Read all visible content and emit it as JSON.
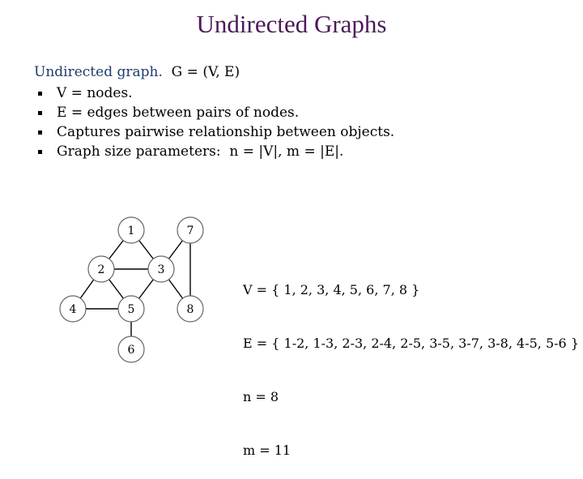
{
  "slide": {
    "title": "Undirected Graphs",
    "intro_label": "Undirected graph.",
    "intro_rest": "  G = (V, E)",
    "bullets": [
      "V = nodes.",
      "E = edges between pairs of nodes.",
      "Captures pairwise relationship between objects.",
      "Graph size parameters:  n = |V|, m = |E|."
    ],
    "definitions": [
      "V = { 1, 2, 3, 4, 5, 6, 7, 8 }",
      "E = { 1-2, 1-3, 2-3, 2-4, 2-5, 3-5, 3-7, 3-8, 4-5, 5-6 }",
      "n = 8",
      "m = 11"
    ]
  },
  "graph": {
    "nodes": [
      "1",
      "2",
      "3",
      "4",
      "5",
      "6",
      "7",
      "8"
    ],
    "edges": [
      [
        "1",
        "2"
      ],
      [
        "1",
        "3"
      ],
      [
        "2",
        "3"
      ],
      [
        "2",
        "4"
      ],
      [
        "2",
        "5"
      ],
      [
        "3",
        "5"
      ],
      [
        "3",
        "7"
      ],
      [
        "3",
        "8"
      ],
      [
        "4",
        "5"
      ],
      [
        "5",
        "6"
      ],
      [
        "7",
        "8"
      ]
    ]
  },
  "colors": {
    "title": "#4b1a5a",
    "intro_label": "#1f3b6e"
  }
}
